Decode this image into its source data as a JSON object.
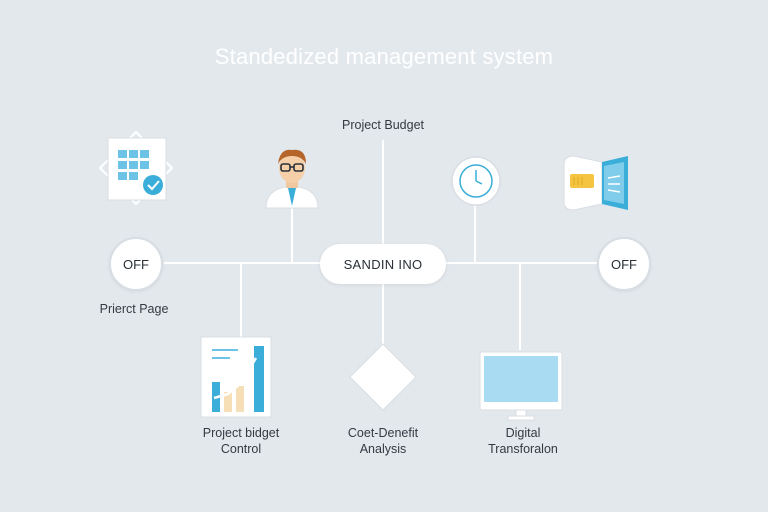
{
  "title": "Standedized management system",
  "hub": {
    "label": "SANDIN INO"
  },
  "toggles": {
    "left": "OFF",
    "right": "OFF"
  },
  "labels": {
    "project_budget_top": "Project Budget",
    "project_page": "Prierct Page",
    "budget_control": [
      "Project bidget",
      "Control"
    ],
    "cost_benefit": [
      "Coet-Denefit",
      "Analysis"
    ],
    "digital": [
      "Digital",
      "Transforalon"
    ]
  },
  "icons": {
    "calendar": "calendar-check-icon",
    "person": "person-glasses-icon",
    "clock": "clock-icon",
    "projector": "projector-icon",
    "chart": "bar-chart-icon",
    "diamond": "diamond-icon",
    "monitor": "monitor-icon"
  },
  "colors": {
    "background": "#e3e8ed",
    "line": "#ffffff",
    "accent_blue": "#3aaed8",
    "accent_yellow": "#f5c542"
  }
}
